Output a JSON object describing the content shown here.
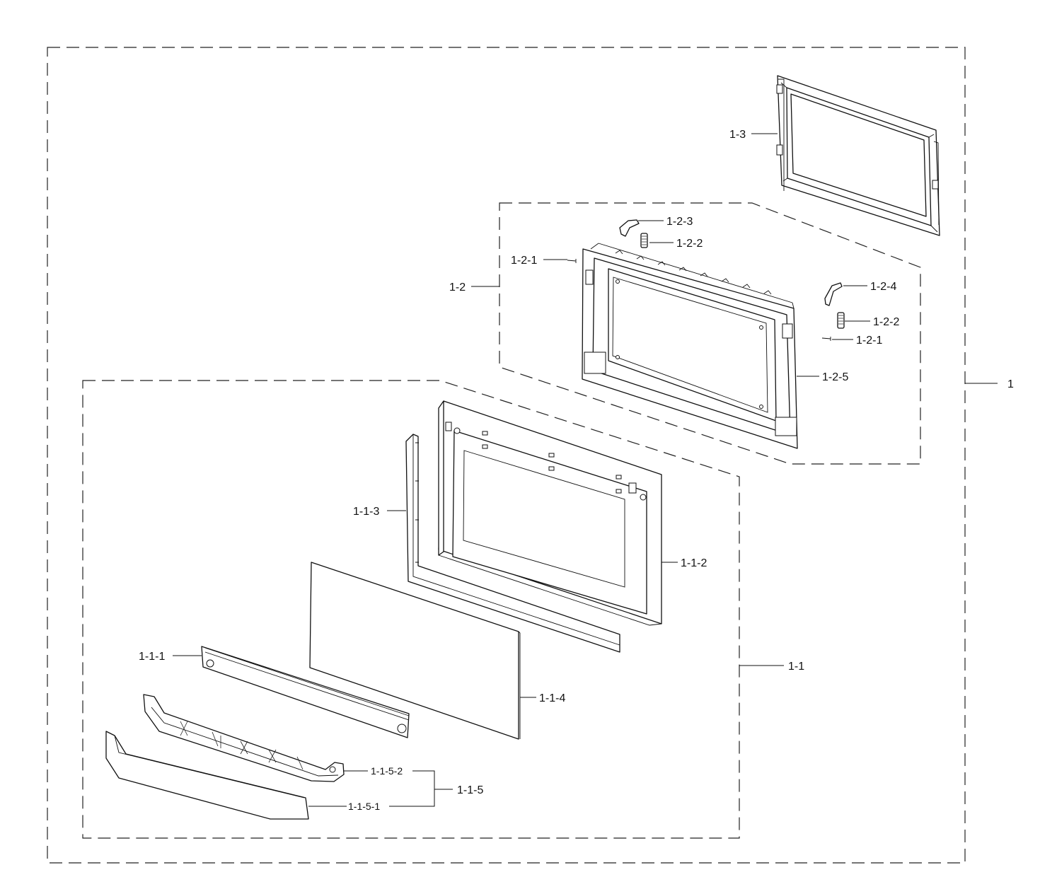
{
  "labels": {
    "assembly": "1",
    "door_frame_rear": "1-3",
    "inner_door_assy": "1-2",
    "screw_left": "1-2-1",
    "screw_right": "1-2-1",
    "hinge_spring_left": "1-2-2",
    "hinge_spring_right": "1-2-2",
    "latch_left": "1-2-3",
    "latch_right": "1-2-4",
    "door_part_1_2_5": "1-2-5",
    "outer_door_assy": "1-1",
    "door_frame_outer": "1-1-2",
    "side_trim": "1-1-3",
    "glass_panel": "1-1-4",
    "hinge_bar": "1-1-1",
    "handle_assy": "1-1-5",
    "handle_bracket": "1-1-5-2",
    "handle_cover": "1-1-5-1"
  }
}
